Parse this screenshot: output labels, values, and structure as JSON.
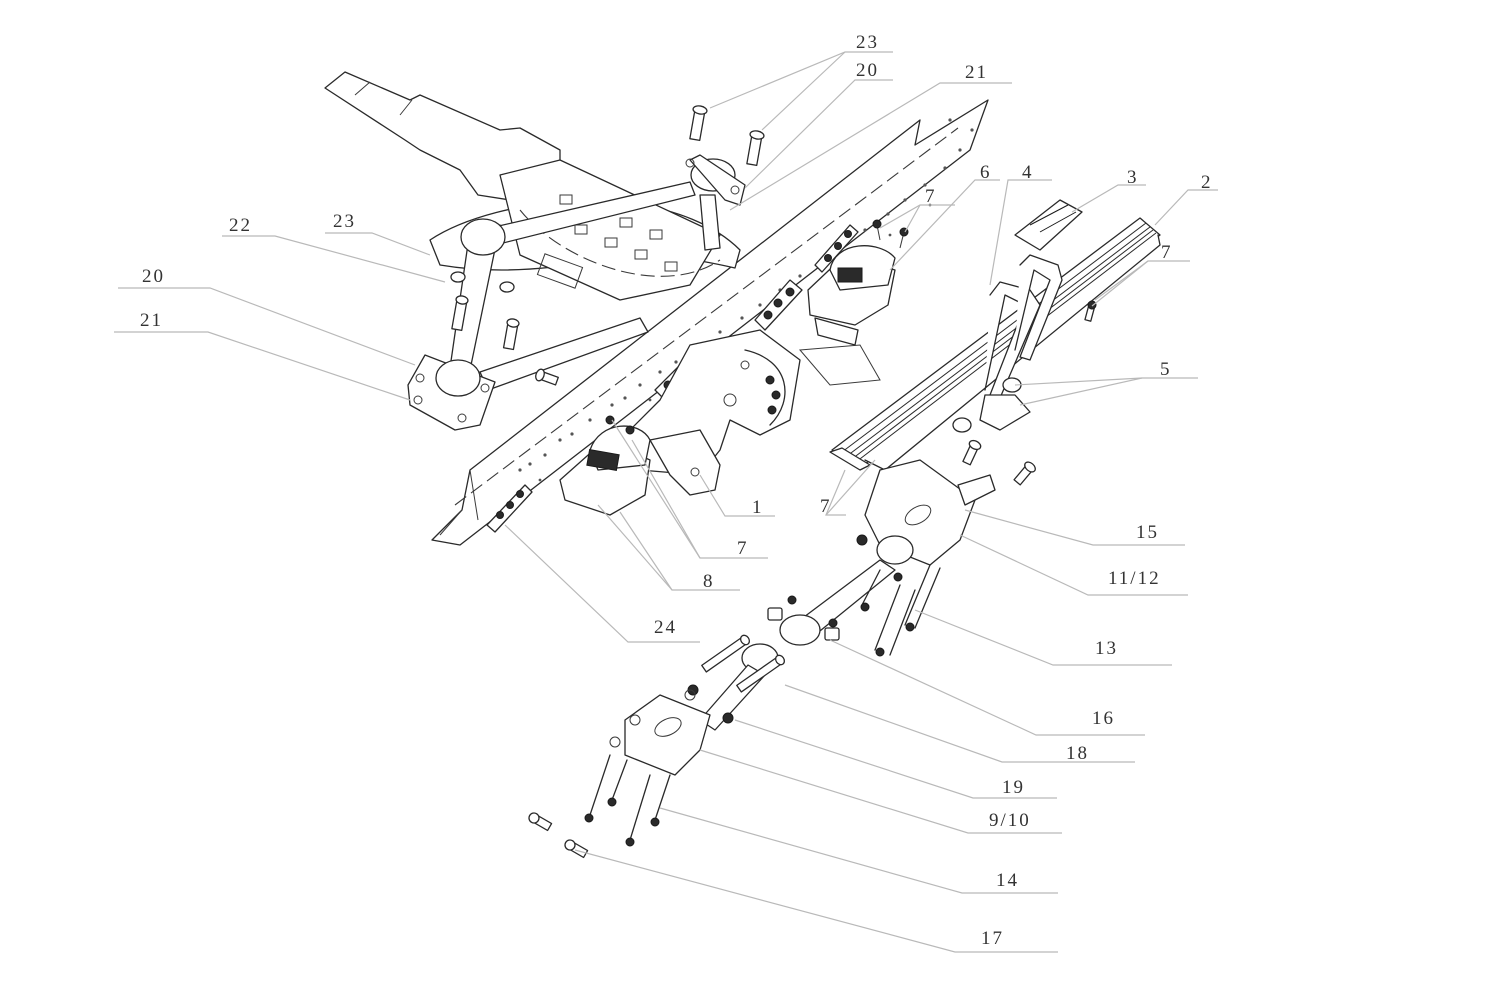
{
  "diagram": {
    "subject": "Exploded view of truck rear suspension assembly (frame rail, axle, leaf spring, torque rods)",
    "line_color": "#2a2a2a",
    "leader_color": "#b9b9b9",
    "label_color": "#333333",
    "background": "#ffffff"
  },
  "callouts": [
    {
      "id": "c-23-top",
      "label": "23"
    },
    {
      "id": "c-20-top",
      "label": "20"
    },
    {
      "id": "c-21-top",
      "label": "21"
    },
    {
      "id": "c-22-left",
      "label": "22"
    },
    {
      "id": "c-23-left",
      "label": "23"
    },
    {
      "id": "c-20-left",
      "label": "20"
    },
    {
      "id": "c-21-left",
      "label": "21"
    },
    {
      "id": "c-6",
      "label": "6"
    },
    {
      "id": "c-4",
      "label": "4"
    },
    {
      "id": "c-3",
      "label": "3"
    },
    {
      "id": "c-2",
      "label": "2"
    },
    {
      "id": "c-7-upper-right",
      "label": "7"
    },
    {
      "id": "c-7-bracket",
      "label": "7"
    },
    {
      "id": "c-5",
      "label": "5"
    },
    {
      "id": "c-1",
      "label": "1"
    },
    {
      "id": "c-7-spring-end",
      "label": "7"
    },
    {
      "id": "c-7-lower",
      "label": "7"
    },
    {
      "id": "c-8",
      "label": "8"
    },
    {
      "id": "c-24",
      "label": "24"
    },
    {
      "id": "c-15",
      "label": "15"
    },
    {
      "id": "c-11-12",
      "label": "11/12"
    },
    {
      "id": "c-13",
      "label": "13"
    },
    {
      "id": "c-16",
      "label": "16"
    },
    {
      "id": "c-18",
      "label": "18"
    },
    {
      "id": "c-19",
      "label": "19"
    },
    {
      "id": "c-9-10",
      "label": "9/10"
    },
    {
      "id": "c-14",
      "label": "14"
    },
    {
      "id": "c-17",
      "label": "17"
    }
  ],
  "icons": {
    "frame": "frame-rail-icon",
    "axle": "axle-housing-icon",
    "leaf_spring": "leaf-spring-icon",
    "torque_rod": "torque-rod-icon",
    "bolt": "bolt-icon",
    "nut": "nut-icon"
  }
}
